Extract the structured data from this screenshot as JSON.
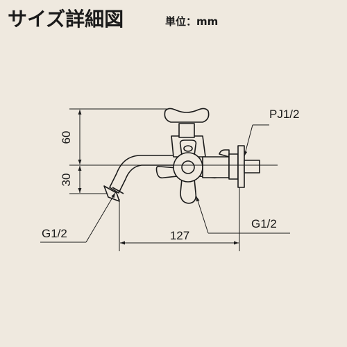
{
  "title": "サイズ詳細図",
  "unit_label": "単位：mm",
  "dimensions": {
    "height_upper": "60",
    "height_lower": "30",
    "length": "127"
  },
  "callouts": {
    "top_right": "PJ1/2",
    "bottom_right": "G1/2",
    "bottom_left": "G1/2"
  }
}
